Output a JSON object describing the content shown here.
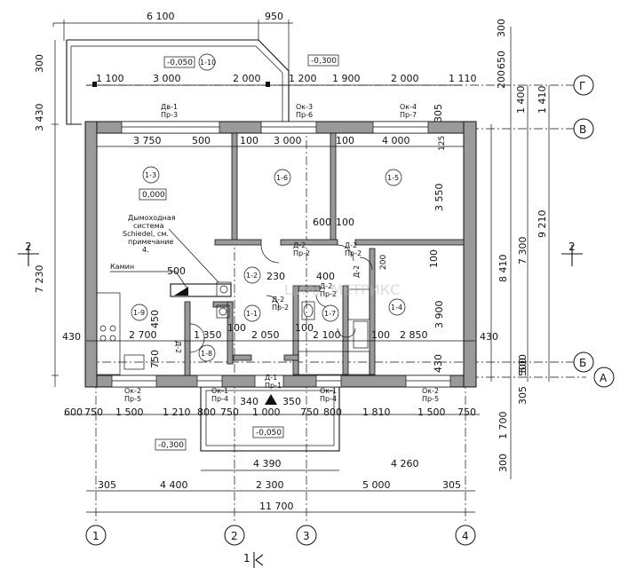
{
  "drawing": {
    "top_dims_row1": [
      "6 100",
      "950",
      "300"
    ],
    "top_dims_row2": [
      "1 100",
      "3 000",
      "2 000",
      "1 200",
      "1 900",
      "2 000",
      "1 110"
    ],
    "top_right_dims": [
      "650",
      "200",
      "1 400",
      "1 410",
      "305"
    ],
    "left_dims": [
      "300",
      "3 430",
      "7 230"
    ],
    "right_dims": [
      "8 410",
      "9 210",
      "7 300",
      "3 550",
      "3 900",
      "500"
    ],
    "bottom_dims_row1": [
      "600",
      "750",
      "1 500",
      "1 210",
      "800",
      "750",
      "340",
      "350",
      "1 000",
      "750",
      "800",
      "1 810",
      "1 500",
      "750"
    ],
    "bottom_dims_row2": [
      "4 390",
      "4 260"
    ],
    "bottom_dims_row3": [
      "305",
      "4 400",
      "2 300",
      "5 000",
      "305"
    ],
    "overall": "11 700",
    "right_bottom_dims": [
      "1 700",
      "300",
      "305",
      "500"
    ],
    "interior_dims": {
      "row1": [
        "3 750",
        "500",
        "100",
        "3 000",
        "100",
        "4 000",
        "125"
      ],
      "mid": [
        "600",
        "100",
        "500",
        "230",
        "400",
        "200",
        "100"
      ],
      "row2": [
        "430",
        "2 700",
        "1 350",
        "100",
        "2 050",
        "100",
        "2 100",
        "100",
        "2 850",
        "430"
      ],
      "vert": [
        "450",
        "750",
        "430"
      ]
    },
    "levels": [
      "-0,050",
      "-0,300",
      "0,000",
      "-0,300",
      "-0,050"
    ],
    "room_tags": [
      "1-10",
      "1-3",
      "1-6",
      "1-5",
      "1-9",
      "1-2",
      "1-1",
      "1-7",
      "1-4",
      "1-8"
    ],
    "openings": [
      {
        "mark": "Дв-1",
        "sub": "Пр-3"
      },
      {
        "mark": "Ок-3",
        "sub": "Пр-6"
      },
      {
        "mark": "Ок-4",
        "sub": "Пр-7"
      },
      {
        "mark": "Д-2",
        "sub": "Пр-2"
      },
      {
        "mark": "Д-2",
        "sub": "Пр-2"
      },
      {
        "mark": "Д-2",
        "sub": "Пр-2"
      },
      {
        "mark": "Д-2",
        "sub": "Пр-2"
      },
      {
        "mark": "Д-2",
        "sub": "Пр-2"
      },
      {
        "mark": "Д-2",
        "sub": "Пр-2"
      },
      {
        "mark": "Ок-2",
        "sub": "Пр-5"
      },
      {
        "mark": "Ок-1",
        "sub": "Пр-4"
      },
      {
        "mark": "Д-1",
        "sub": "Пр-1"
      },
      {
        "mark": "Ок-1",
        "sub": "Пр-4"
      },
      {
        "mark": "Ок-2",
        "sub": "Пр-5"
      }
    ],
    "note_chimney": [
      "Дымоходная",
      "система",
      "Schiedel, см.",
      "примечание",
      "4."
    ],
    "note_fireplace": "Камин",
    "axis_letters": [
      "Г",
      "В",
      "Б",
      "А"
    ],
    "axis_numbers": [
      "1",
      "2",
      "3",
      "4"
    ],
    "section_mark": "2",
    "section_mark_bottom": "1",
    "watermark": "ЦИАН МЕТРИКС"
  }
}
